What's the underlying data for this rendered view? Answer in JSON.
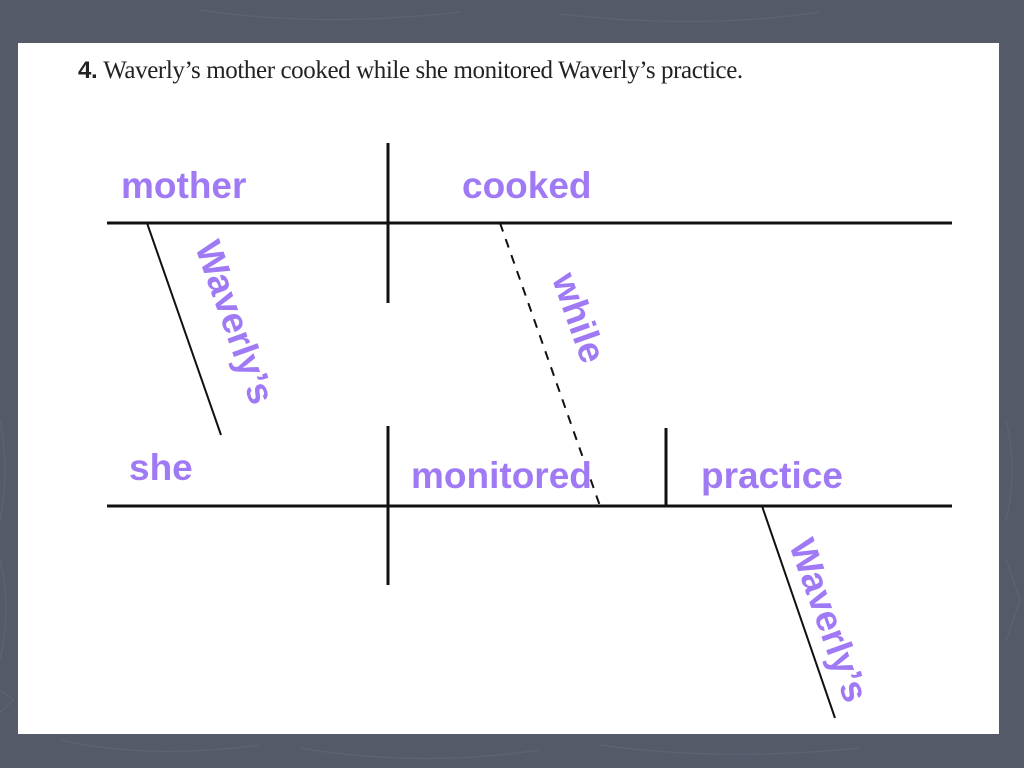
{
  "slide": {
    "number": "4.",
    "sentence": "Waverly’s mother cooked while she monitored Waverly’s practice."
  },
  "diagram": {
    "words": {
      "subject_main": "mother",
      "verb_main": "cooked",
      "modifier_main": "Waverly’s",
      "conjunction": "while",
      "subject_sub": "she",
      "verb_sub": "monitored",
      "object_sub": "practice",
      "modifier_sub": "Waverly’s"
    }
  },
  "colors": {
    "background": "#555a69",
    "slide": "#ffffff",
    "ink": "#111111",
    "word": "#a07af5"
  }
}
